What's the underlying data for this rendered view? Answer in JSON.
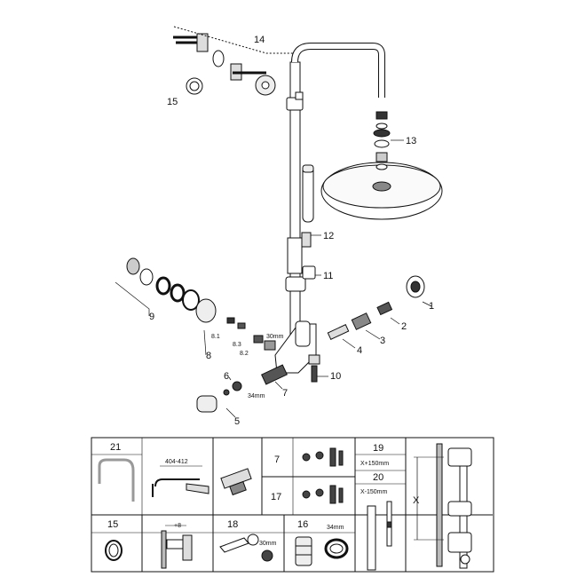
{
  "exploded_view": {
    "callouts": {
      "c1": "1",
      "c2": "2",
      "c3": "3",
      "c4": "4",
      "c5": "5",
      "c6": "6",
      "c7": "7",
      "c8": "8",
      "c8_1": "8.1",
      "c8_2": "8.2",
      "c8_3": "8.3",
      "c9": "9",
      "c10": "10",
      "c11": "11",
      "c12": "12",
      "c13": "13",
      "c14": "14",
      "c15": "15"
    },
    "dims": {
      "d30": "30mm",
      "d34": "34mm"
    }
  },
  "parts_table": {
    "p21": "21",
    "dim_range": "404-412",
    "p7": "7",
    "p17": "17",
    "p19": "19",
    "p19_dim": "X+150mm",
    "p20": "20",
    "p20_dim": "X-150mm",
    "x_label": "X",
    "p15": "15",
    "plus8": "+8",
    "p18": "18",
    "d30": "30mm",
    "p16": "16",
    "d34": "34mm"
  }
}
